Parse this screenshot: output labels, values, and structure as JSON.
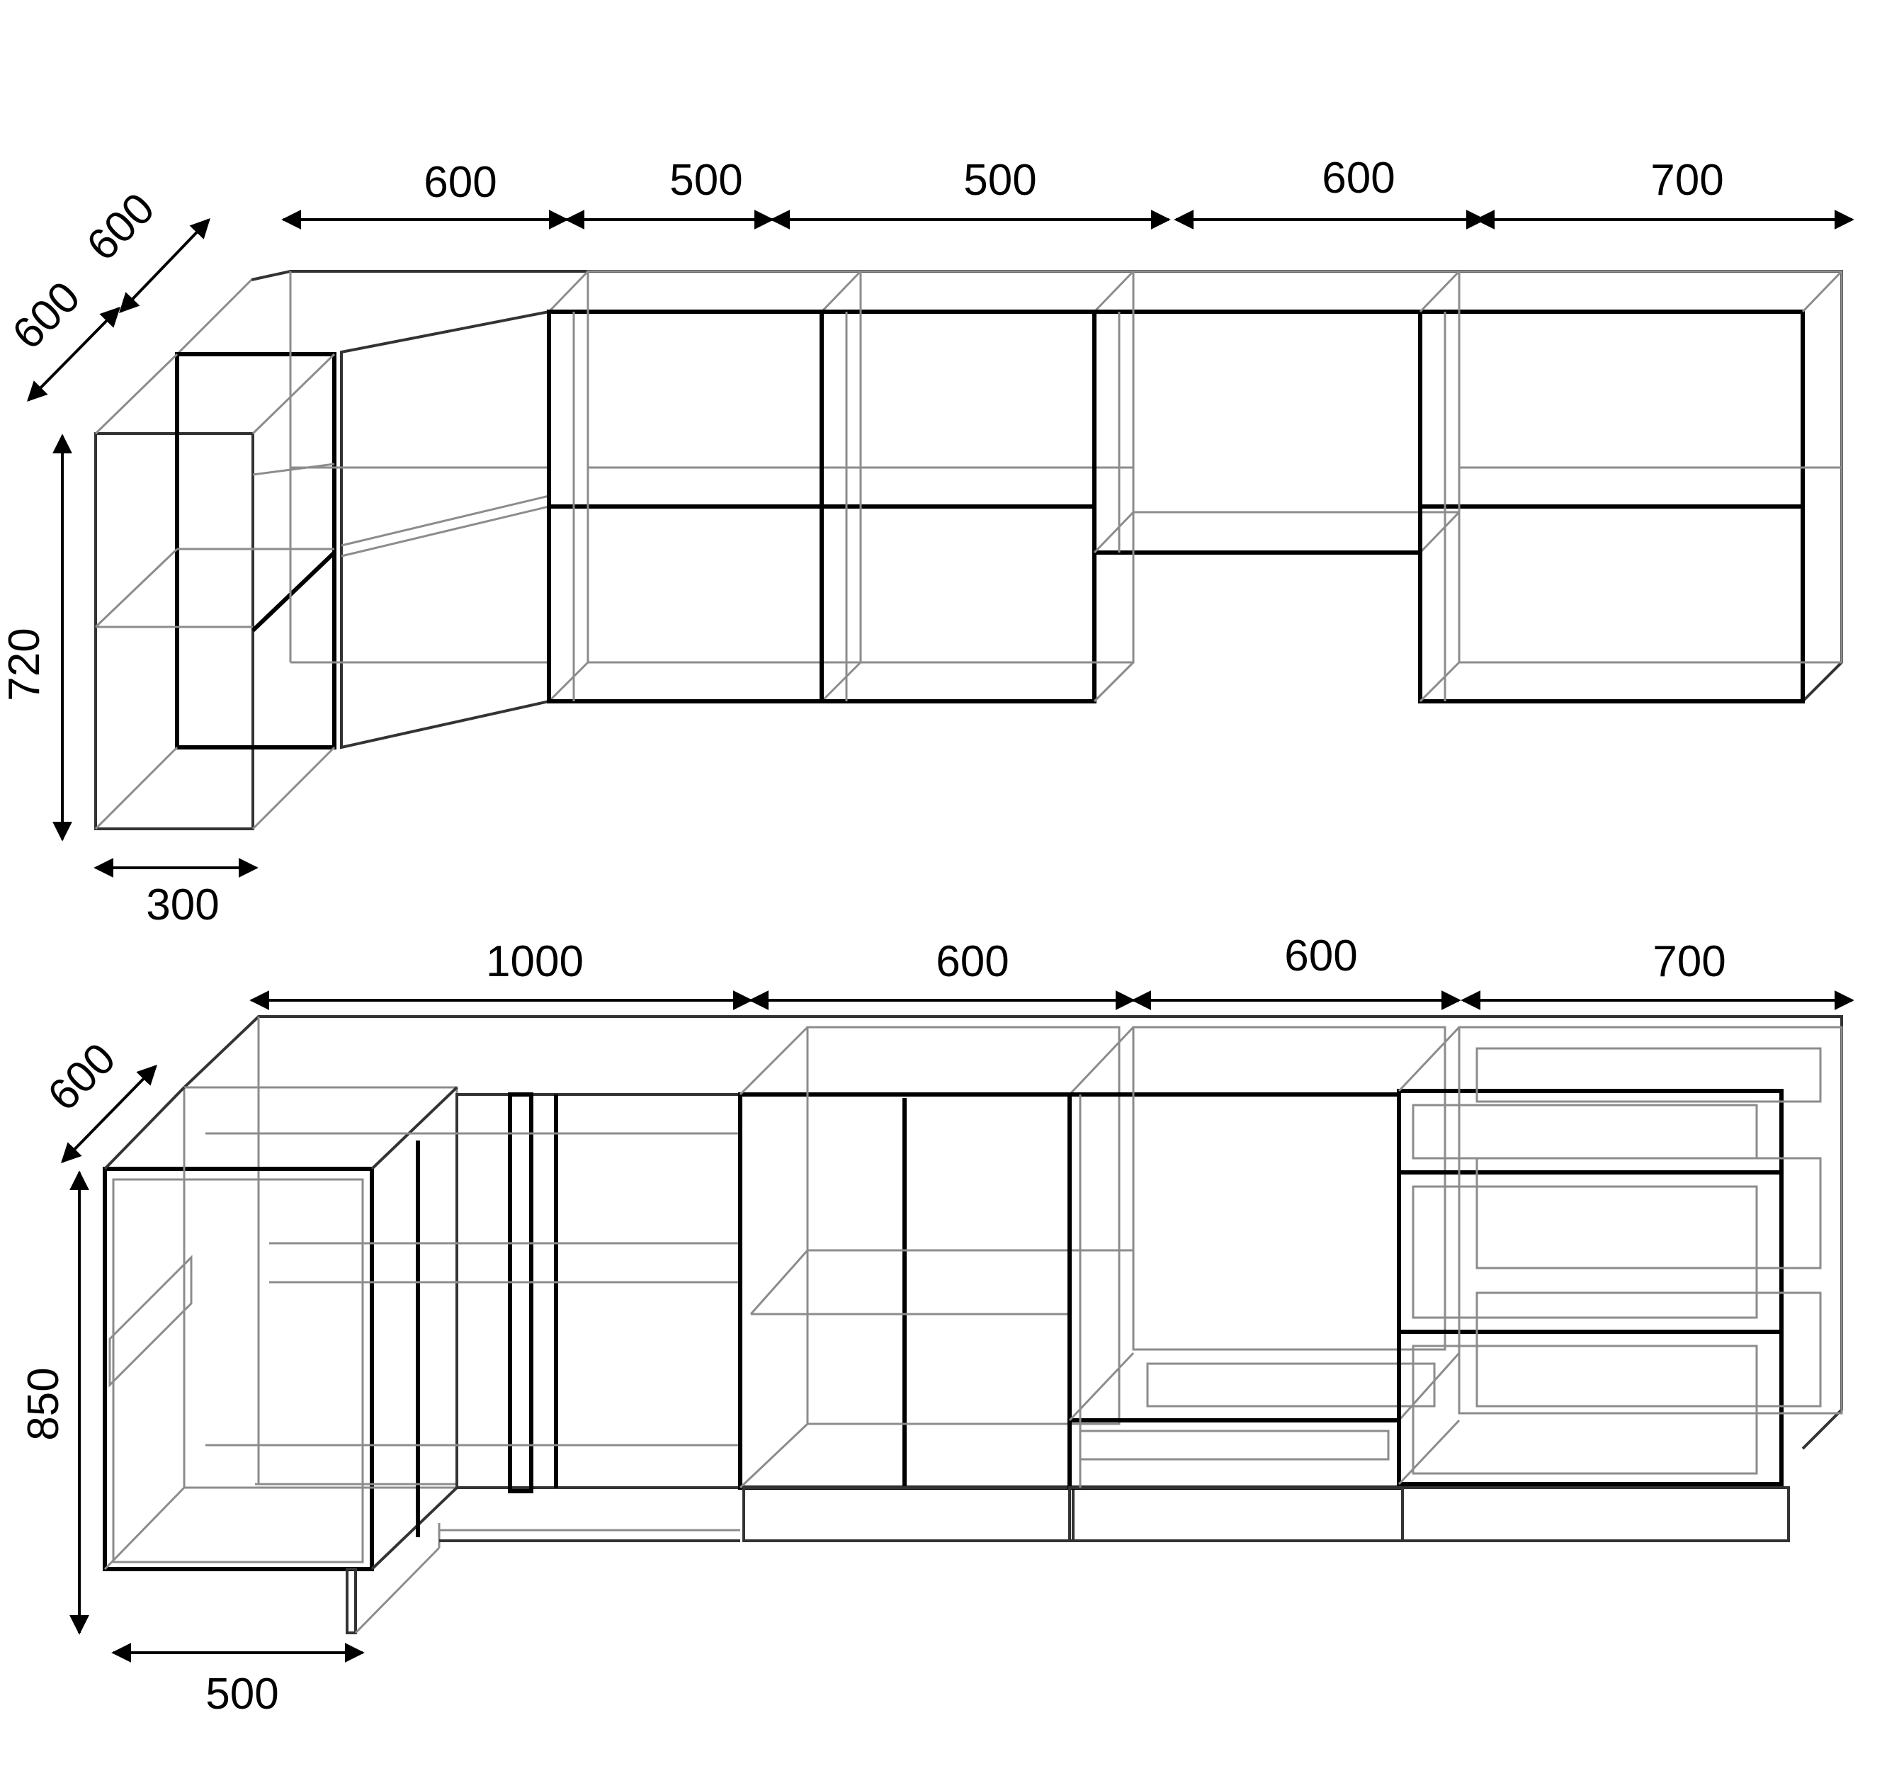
{
  "upper_row": {
    "widths": [
      "600",
      "500",
      "500",
      "600",
      "700"
    ],
    "depth_labels": [
      "600",
      "600"
    ],
    "height": "720",
    "end_width": "300"
  },
  "lower_row": {
    "widths": [
      "1000",
      "600",
      "600",
      "700"
    ],
    "depth": "600",
    "height": "850",
    "end_width": "500"
  },
  "colors": {
    "line": "#000000",
    "ghost_line": "#8c8c8c",
    "background": "#ffffff"
  }
}
